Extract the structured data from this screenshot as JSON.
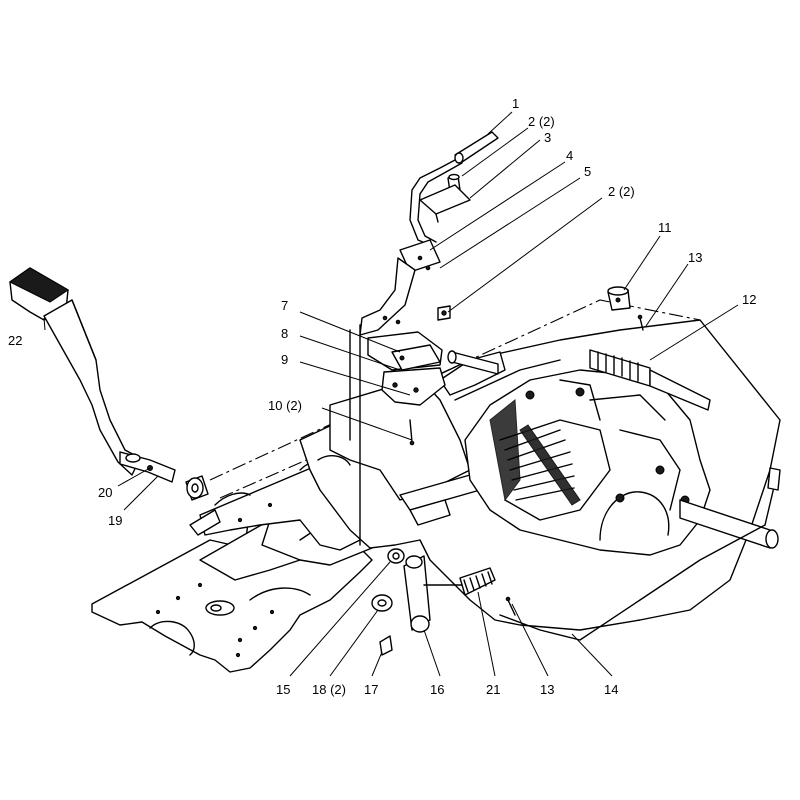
{
  "callouts": {
    "c1": "1",
    "c2a": "2 (2)",
    "c3": "3",
    "c4": "4",
    "c5": "5",
    "c2b": "2 (2)",
    "c11": "11",
    "c13a": "13",
    "c12": "12",
    "c7": "7",
    "c8": "8",
    "c9": "9",
    "c10": "10 (2)",
    "c22": "22",
    "c20": "20",
    "c19": "19",
    "c15": "15",
    "c18": "18 (2)",
    "c17": "17",
    "c16": "16",
    "c21": "21",
    "c13b": "13",
    "c14": "14"
  }
}
